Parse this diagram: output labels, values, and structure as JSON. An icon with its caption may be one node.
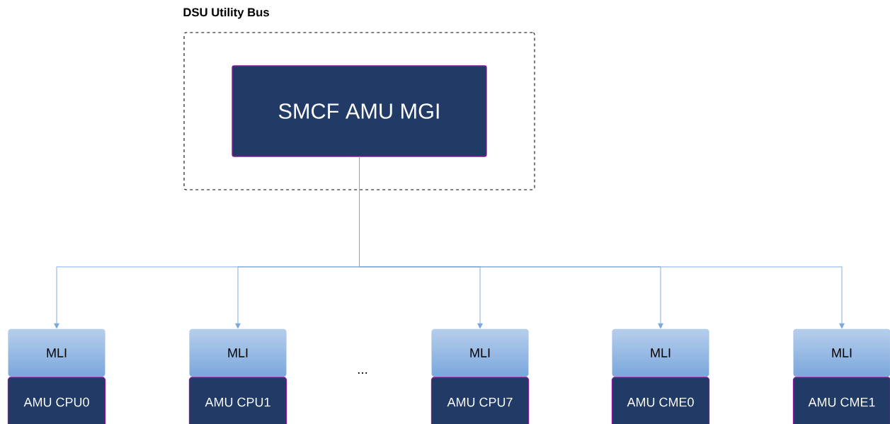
{
  "diagram": {
    "nodes": [
      {
        "text": [
          "DSU Utility Bus"
        ]
      },
      {
        "text": [
          "SMCF AMU MGI"
        ],
        "in": 0
      },
      {
        "text": [
          "MLI"
        ]
      },
      {
        "text": [
          "MLI"
        ]
      },
      {
        "text": [
          "MLI"
        ]
      },
      {
        "text": [
          "MLI"
        ]
      },
      {
        "text": [
          "MLI"
        ]
      },
      {
        "text": [
          "AMU CPU0"
        ]
      },
      {
        "text": [
          "AMU CPU1"
        ]
      },
      {
        "text": [
          "AMU CPU7"
        ]
      },
      {
        "text": [
          "AMU CME0"
        ]
      },
      {
        "text": [
          "AMU CME1"
        ]
      }
    ],
    "edges": [
      {
        "from": 1,
        "to": 2,
        "arrow": "to"
      },
      {
        "from": 1,
        "to": 3,
        "arrow": "to"
      },
      {
        "from": 1,
        "to": 4,
        "arrow": "to"
      },
      {
        "from": 1,
        "to": 5,
        "arrow": "to"
      },
      {
        "from": 1,
        "to": 6,
        "arrow": "to"
      }
    ],
    "labels": [
      "..."
    ]
  }
}
